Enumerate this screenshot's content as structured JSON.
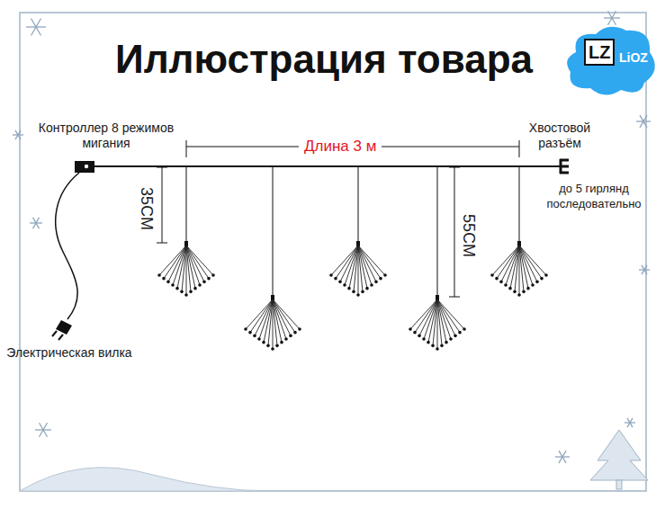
{
  "diagram": {
    "title": "Иллюстрация товара",
    "labels": [
      "Контроллер 8 режимов мигания",
      "Длина 3 м",
      "Хвостовой разъём",
      "до 5 гирлянд последовательно",
      "35CM",
      "55CM",
      "Электрическая вилка",
      "LZ",
      "LiOZ"
    ]
  }
}
